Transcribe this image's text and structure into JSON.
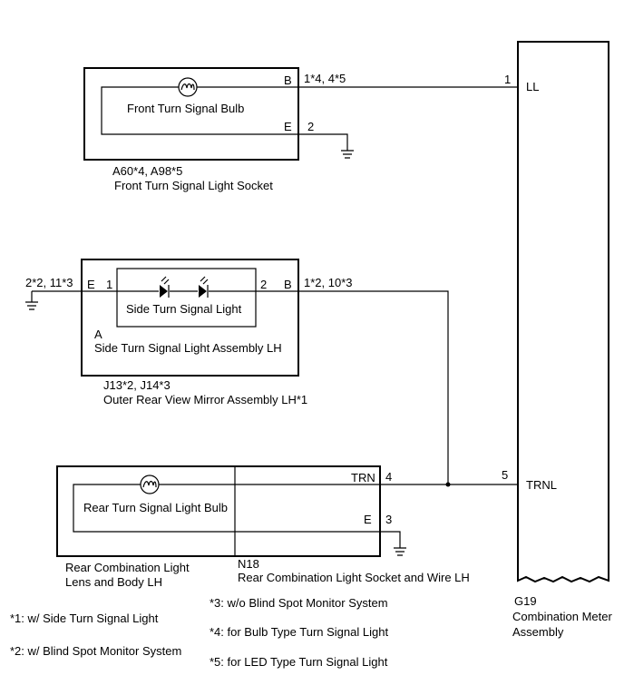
{
  "front": {
    "bulb_label": "Front Turn Signal Bulb",
    "term_b": "B",
    "term_e": "E",
    "pin_b": "1*4, 4*5",
    "pin_e": "2",
    "connector": "A60*4, A98*5",
    "socket_name": "Front Turn Signal Light Socket"
  },
  "side": {
    "ground_pin": "2*2, 11*3",
    "term_e": "E",
    "pin_1": "1",
    "pin_2": "2",
    "term_b": "B",
    "pin_b": "1*2, 10*3",
    "light_label": "Side Turn Signal Light",
    "sub_code": "A",
    "assembly_name": "Side Turn Signal Light Assembly LH",
    "connector": "J13*2, J14*3",
    "mirror_name": "Outer Rear View Mirror Assembly LH*1"
  },
  "rear": {
    "bulb_label": "Rear Turn Signal Light Bulb",
    "term_trn": "TRN",
    "pin_trn": "4",
    "term_e": "E",
    "pin_e": "3",
    "lens_line1": "Rear Combination Light",
    "lens_line2": "Lens and Body LH",
    "connector": "N18",
    "socket_name": "Rear Combination Light Socket and Wire LH"
  },
  "meter": {
    "pin_ll": "1",
    "term_ll": "LL",
    "pin_trnl": "5",
    "term_trnl": "TRNL",
    "connector": "G19",
    "name_line1": "Combination Meter",
    "name_line2": "Assembly"
  },
  "notes": {
    "n1": "*1: w/ Side Turn Signal Light",
    "n2": "*2: w/ Blind Spot Monitor System",
    "n3": "*3: w/o Blind Spot Monitor System",
    "n4": "*4: for Bulb Type Turn Signal Light",
    "n5": "*5: for LED Type Turn Signal Light"
  }
}
